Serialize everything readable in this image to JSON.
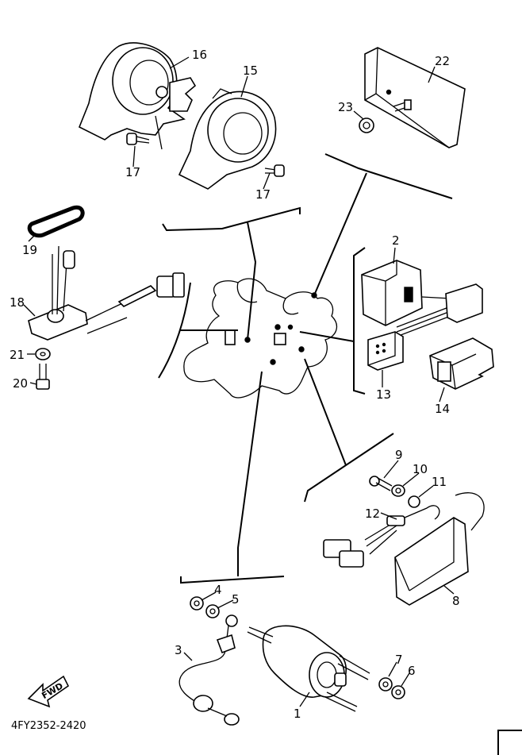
{
  "diagram_code": "4FY2352-2420",
  "fwd_label": "FWD",
  "callouts": {
    "p1": "1",
    "p2": "2",
    "p3": "3",
    "p4": "4",
    "p5": "5",
    "p6": "6",
    "p7": "7",
    "p8": "8",
    "p9": "9",
    "p10": "10",
    "p11": "11",
    "p12": "12",
    "p13": "13",
    "p14": "14",
    "p15": "15",
    "p16": "16",
    "p17a": "17",
    "p17b": "17",
    "p18": "18",
    "p19": "19",
    "p20": "20",
    "p21": "21",
    "p22": "22",
    "p23": "23"
  }
}
